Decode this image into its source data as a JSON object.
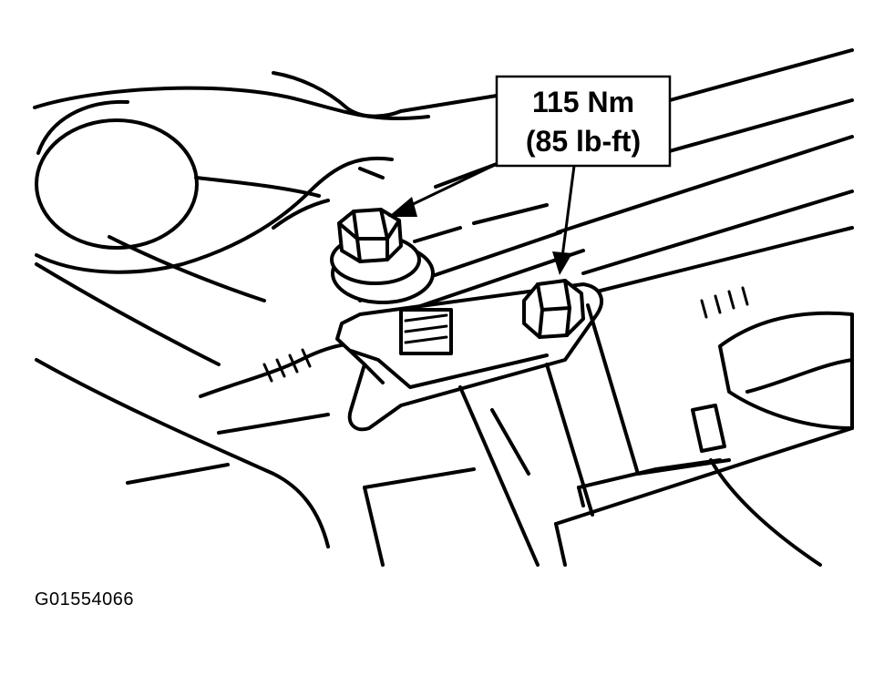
{
  "callout": {
    "torque_metric": "115 Nm",
    "torque_imperial": "(85 lb-ft)"
  },
  "figure_id": "G01554066",
  "colors": {
    "line": "#000000",
    "background": "#ffffff"
  }
}
